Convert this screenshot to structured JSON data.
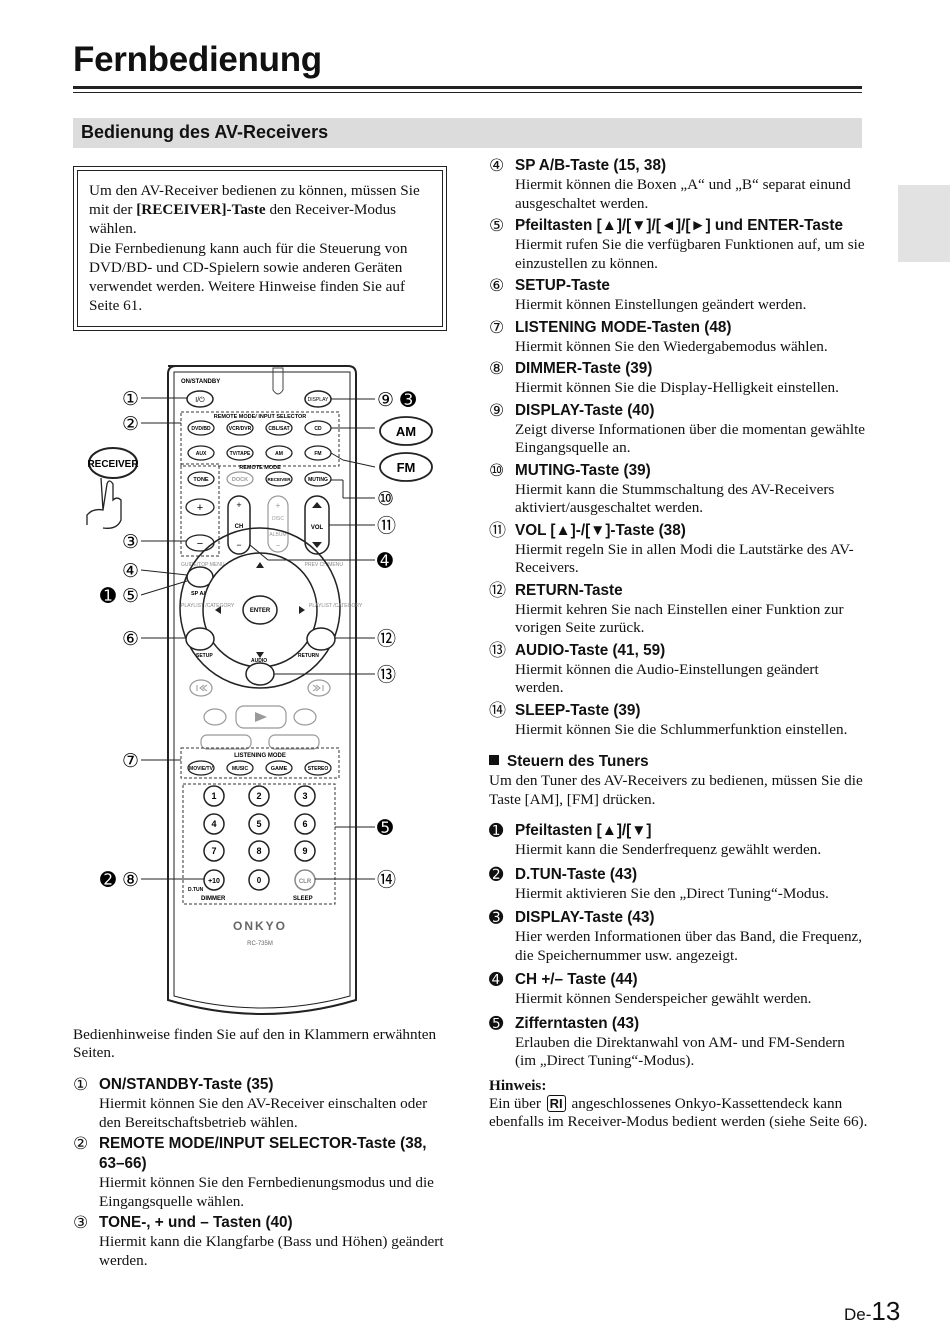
{
  "page": {
    "title": "Fernbedienung",
    "section_title": "Bedienung des AV-Receivers",
    "page_prefix": "De-",
    "page_number": "13"
  },
  "intro": {
    "line1": "Um den AV-Receiver bedienen zu können, müssen Sie mit der ",
    "bold": "[RECEIVER]-Taste",
    "line2": " den Receiver-Modus wählen.",
    "para2": "Die Fernbedienung kann auch für die Steuerung von DVD/BD- und CD-Spielern sowie anderen Geräten verwendet werden. Weitere Hinweise finden Sie auf Seite 61."
  },
  "remote": {
    "labels": {
      "on_standby": "ON/STANDBY",
      "power_symbol": "I/⏻",
      "display": "DISPLAY",
      "remote_mode_input_selector": "REMOTE MODE/ INPUT SELECTOR",
      "dvd_bd": "DVD/BD",
      "vcr_dvr": "VCR/DVR",
      "cbl_sat": "CBL/SAT",
      "cd": "CD",
      "aux": "AUX",
      "tv_tape": "TV/TAPE",
      "am_small": "AM",
      "fm_small": "FM",
      "remote_mode": "REMOTE MODE",
      "tone": "TONE",
      "dock": "DOCK",
      "receiver_small": "RECEIVER",
      "muting": "MUTING",
      "receiver_big": "RECEIVER",
      "am_big": "AM",
      "fm_big": "FM",
      "plus": "+",
      "minus": "−",
      "ch": "CH",
      "disc": "DISC",
      "album": "ALBUM",
      "vol": "VOL",
      "guide_top_menu": "GUIDE/TOP MENU",
      "prev_ch_menu": "PREV CH/MENU",
      "sp_ab": "SP A/B",
      "playlist_left": "PLAYLIST /CATEGORY",
      "playlist_right": "PLAYLIST /CATEGORY",
      "enter": "ENTER",
      "setup": "SETUP",
      "audio": "AUDIO",
      "return": "RETURN",
      "listening_mode": "LISTENING MODE",
      "movie_tv": "MOVIE/TV",
      "music": "MUSIC",
      "game": "GAME",
      "stereo": "STEREO",
      "d_tun": "D.TUN",
      "plus10": "+10",
      "zero": "0",
      "clr": "CLR",
      "dimmer": "DIMMER",
      "sleep": "SLEEP",
      "brand": "ONKYO",
      "model": "RC-735M"
    },
    "digits": [
      "1",
      "2",
      "3",
      "4",
      "5",
      "6",
      "7",
      "8",
      "9"
    ],
    "callouts_left": [
      "①",
      "②",
      "③",
      "④",
      "➊ ⑤",
      "⑥",
      "⑦",
      "➋ ⑧"
    ],
    "callouts_right": [
      "⑨ ➌",
      "⑩",
      "⑪",
      "➍",
      "⑫",
      "⑬",
      "➎",
      "⑭"
    ]
  },
  "notes": "Bedienhinweise finden Sie auf den in Klammern erwähnten Seiten.",
  "left_items": [
    {
      "num": "①",
      "head": "ON/STANDBY-Taste (35)",
      "body": "Hiermit können Sie den AV-Receiver einschalten oder den Bereitschaftsbetrieb wählen."
    },
    {
      "num": "②",
      "head": "REMOTE MODE/INPUT SELECTOR-Taste (38, 63–66)",
      "body": "Hiermit können Sie den Fernbedienungsmodus und die Eingangsquelle wählen."
    },
    {
      "num": "③",
      "head": "TONE-, + und – Tasten (40)",
      "body": "Hiermit kann die Klangfarbe (Bass und Höhen) geändert werden."
    }
  ],
  "right_items": [
    {
      "num": "④",
      "head": "SP A/B-Taste (15, 38)",
      "body": "Hiermit können die Boxen „A“ und „B“ separat einund ausgeschaltet werden."
    },
    {
      "num": "⑤",
      "head": "Pfeiltasten [▲]/[▼]/[◄]/[►] und ENTER-Taste",
      "body": "Hiermit rufen Sie die verfügbaren Funktionen auf, um sie einzustellen zu können."
    },
    {
      "num": "⑥",
      "head": "SETUP-Taste",
      "body": "Hiermit können Einstellungen geändert werden."
    },
    {
      "num": "⑦",
      "head": "LISTENING MODE-Tasten (48)",
      "body": "Hiermit können Sie den Wiedergabemodus wählen."
    },
    {
      "num": "⑧",
      "head": "DIMMER-Taste (39)",
      "body": "Hiermit können Sie die Display-Helligkeit einstellen."
    },
    {
      "num": "⑨",
      "head": "DISPLAY-Taste (40)",
      "body": "Zeigt diverse Informationen über die momentan gewählte Eingangsquelle an."
    },
    {
      "num": "⑩",
      "head": "MUTING-Taste (39)",
      "body": "Hiermit kann die Stummschaltung des AV-Receivers aktiviert/ausgeschaltet werden."
    },
    {
      "num": "⑪",
      "head": "VOL [▲]-/[▼]-Taste (38)",
      "body": "Hiermit regeln Sie in allen Modi die Lautstärke des AV-Receivers."
    },
    {
      "num": "⑫",
      "head": "RETURN-Taste",
      "body": "Hiermit kehren Sie nach Einstellen einer Funktion zur vorigen Seite zurück."
    },
    {
      "num": "⑬",
      "head": "AUDIO-Taste (41, 59)",
      "body": "Hiermit können die Audio-Einstellungen geändert werden."
    },
    {
      "num": "⑭",
      "head": "SLEEP-Taste (39)",
      "body": "Hiermit können Sie die Schlummerfunktion einstellen."
    }
  ],
  "tuner": {
    "heading": "Steuern des Tuners",
    "intro": "Um den Tuner des AV-Receivers zu bedienen, müssen Sie die Taste [AM], [FM] drücken.",
    "items": [
      {
        "num": "➊",
        "head": "Pfeiltasten [▲]/[▼]",
        "body": "Hiermit kann die Senderfrequenz gewählt werden."
      },
      {
        "num": "➋",
        "head": "D.TUN-Taste (43)",
        "body": "Hiermit aktivieren Sie den „Direct Tuning“-Modus."
      },
      {
        "num": "➌",
        "head": "DISPLAY-Taste (43)",
        "body": "Hier werden Informationen über das Band, die Frequenz, die Speichernummer usw. angezeigt."
      },
      {
        "num": "➍",
        "head": "CH +/– Taste (44)",
        "body": "Hiermit können Senderspeicher gewählt werden."
      },
      {
        "num": "➎",
        "head": "Zifferntasten (43)",
        "body": "Erlauben die Direktanwahl von AM- und FM-Sendern (im „Direct Tuning“-Modus)."
      }
    ],
    "hint_label": "Hinweis:",
    "hint_before": "Ein über ",
    "hint_icon": "RI",
    "hint_after": " angeschlossenes Onkyo-Kassettendeck kann ebenfalls im Receiver-Modus bedient werden (siehe Seite 66)."
  }
}
